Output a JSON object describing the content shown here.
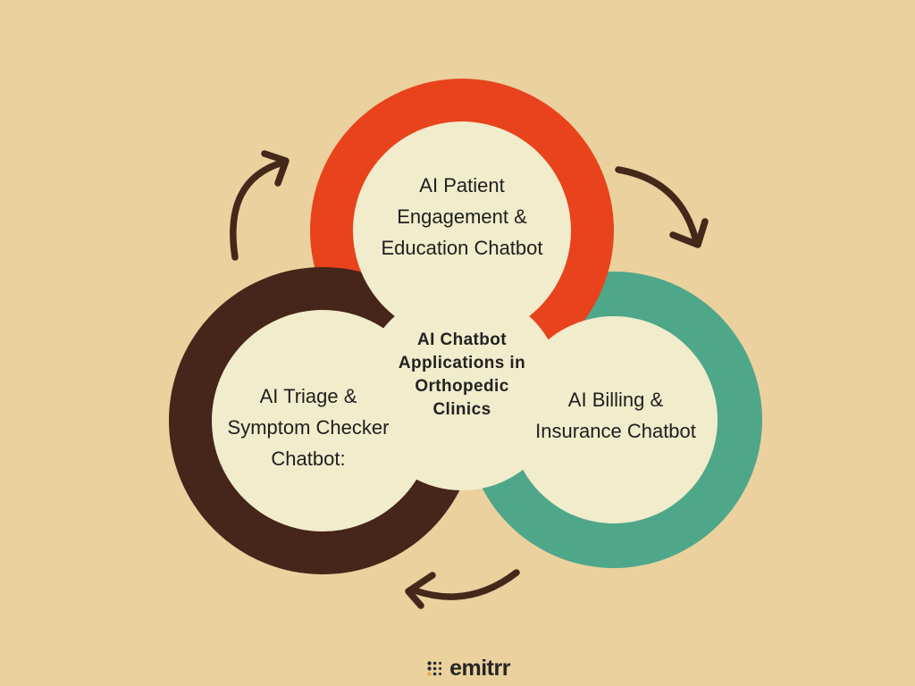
{
  "canvas": {
    "background_color": "#EBD19E",
    "overlap_fill_color": "#F1ECCB",
    "arrow_color": "#44281A"
  },
  "center": {
    "lines": [
      "AI Chatbot",
      "Applications in",
      "Orthopedic",
      "Clinics"
    ],
    "text_color": "#222222"
  },
  "circles": {
    "top": {
      "ring_color": "#E8431C",
      "lines": [
        "AI Patient",
        "Engagement &",
        "Education Chatbot"
      ]
    },
    "left": {
      "ring_color": "#46251A",
      "lines": [
        "AI Triage &",
        "Symptom Checker",
        "Chatbot:"
      ]
    },
    "right": {
      "ring_color": "#4FA78A",
      "lines": [
        "AI Billing &",
        "Insurance Chatbot"
      ]
    }
  },
  "arrows": [
    "left-to-top",
    "top-to-right",
    "right-to-left"
  ],
  "footer": {
    "brand": "emitrr",
    "brand_color": "#262626",
    "logo_dot_color": "#262626",
    "logo_accent_color": "#E5A93C"
  }
}
